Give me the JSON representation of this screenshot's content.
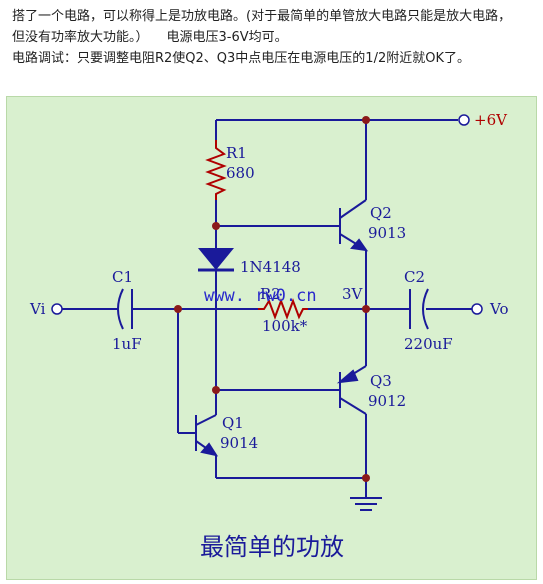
{
  "intro": {
    "line1": "搭了一个电路，可以称得上是功放电路。(对于最简单的单管放大电路只能是放大电路，",
    "line2a": "但没有功率放大功能。）",
    "line2b": "电源电压3-6V均可。",
    "line3": "电路调试：只要调整电阻R2使Q2、Q3中点电压在电源电压的1/2附近就OK了。"
  },
  "diagram": {
    "supply_label": "+6V",
    "input_label": "Vi",
    "output_label": "Vo",
    "r1_name": "R1",
    "r1_value": "680",
    "r2_name": "R2",
    "r2_value": "100k*",
    "diode_label": "1N4148",
    "c1_name": "C1",
    "c1_value": "1uF",
    "c2_name": "C2",
    "c2_value": "220uF",
    "mid_voltage": "3V",
    "q1_name": "Q1",
    "q1_type": "9014",
    "q2_name": "Q2",
    "q2_type": "9013",
    "q3_name": "Q3",
    "q3_type": "9012",
    "watermark": "www.    rw0.cn",
    "caption": "最简单的功放"
  },
  "colors": {
    "wire": "#1a1a9a",
    "resistor": "#b00000",
    "node": "#8b1a1a",
    "panel_bg": "#d9f0cf"
  }
}
